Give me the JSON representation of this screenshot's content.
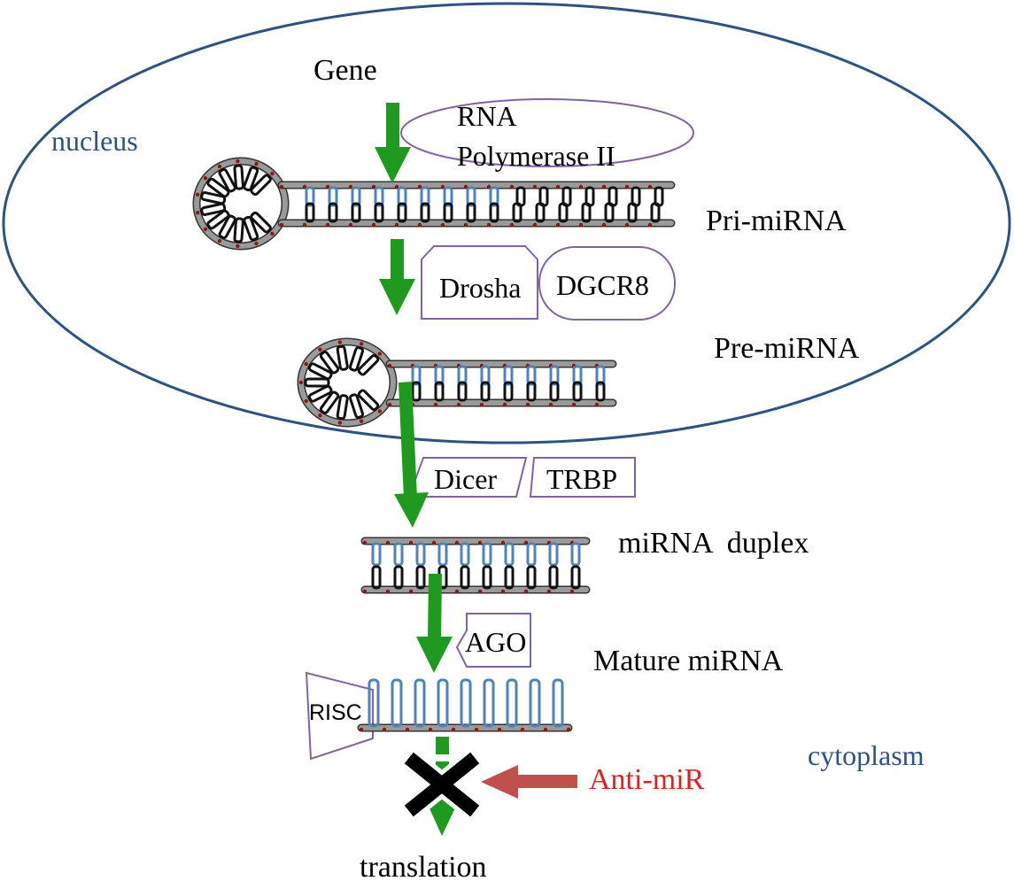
{
  "labels": {
    "gene": "Gene",
    "nucleus": "nucleus",
    "rna_polymerase_line1": "RNA",
    "rna_polymerase_line2": "Polymerase II",
    "pri_mirna": "Pri-miRNA",
    "drosha": "Drosha",
    "dgcr8": "DGCR8",
    "pre_mirna": "Pre-miRNA",
    "dicer": "Dicer",
    "trbp": "TRBP",
    "mirna_duplex": "miRNA  duplex",
    "ago": "AGO",
    "mature_mirna": "Mature miRNA",
    "risc": "RISC",
    "cytoplasm": "cytoplasm",
    "anti_mir": "Anti-miR",
    "translation": "translation"
  },
  "colors": {
    "membrane": "#2e5382",
    "compartment_text": "#2e5382",
    "flow_arrow": "#1e9a1e",
    "inhibitor_arrow": "#c0504d",
    "inhibitor_text": "#e02020",
    "protein_outline": "#8064a2",
    "strand_gray": "#9a9a9a",
    "base_blue": "#4f81bd",
    "base_black": "#111111",
    "node_red": "#8b1a0e"
  }
}
